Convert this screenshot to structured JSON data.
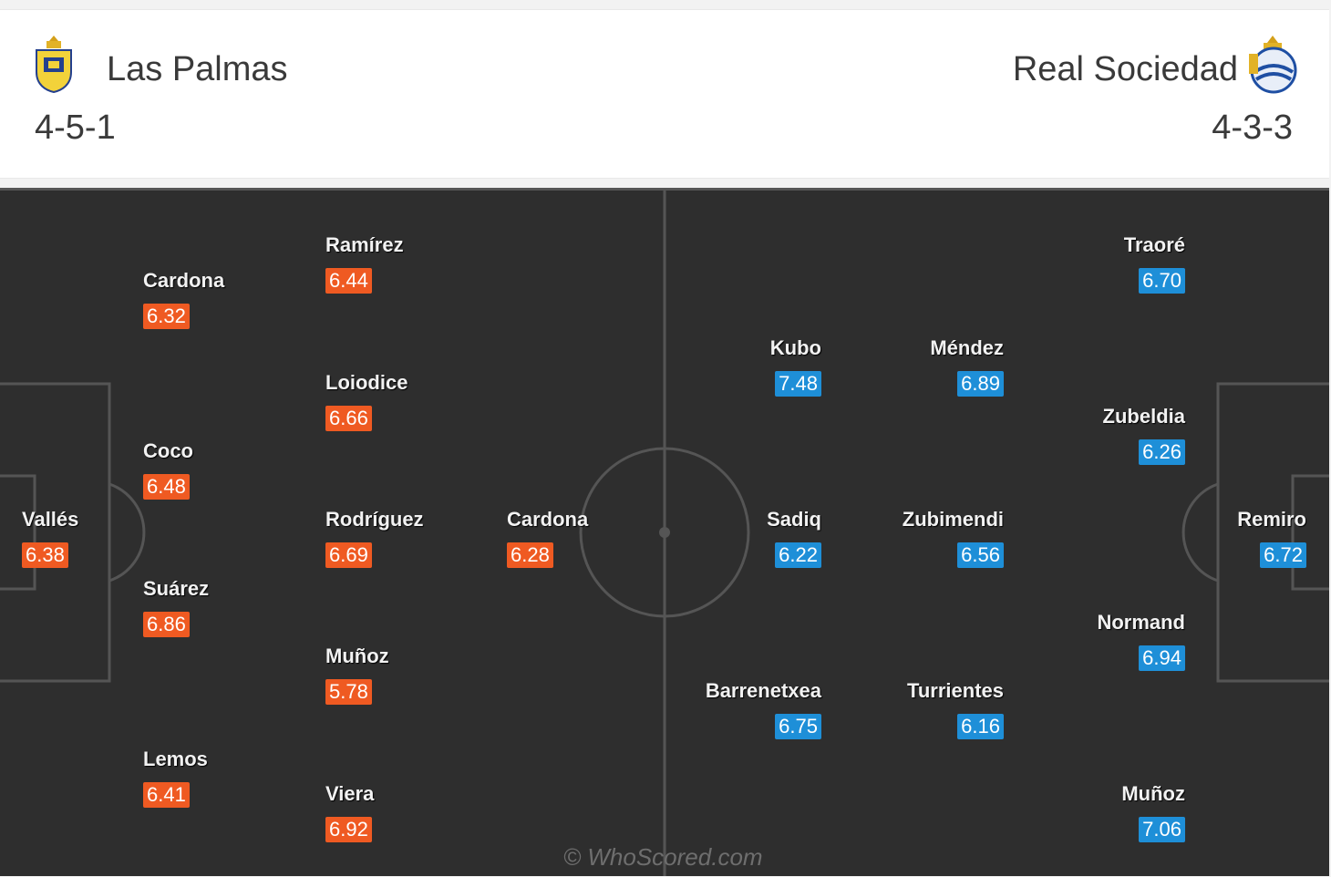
{
  "home": {
    "name": "Las Palmas",
    "formation": "4-5-1",
    "color": "#ef5a22",
    "crest_icon": "las-palmas-crest-icon",
    "players": [
      {
        "name": "Vallés",
        "rating": "6.38"
      },
      {
        "name": "Cardona",
        "rating": "6.32"
      },
      {
        "name": "Coco",
        "rating": "6.48"
      },
      {
        "name": "Suárez",
        "rating": "6.86"
      },
      {
        "name": "Lemos",
        "rating": "6.41"
      },
      {
        "name": "Ramírez",
        "rating": "6.44"
      },
      {
        "name": "Loiodice",
        "rating": "6.66"
      },
      {
        "name": "Rodríguez",
        "rating": "6.69"
      },
      {
        "name": "Muñoz",
        "rating": "5.78"
      },
      {
        "name": "Viera",
        "rating": "6.92"
      },
      {
        "name": "Cardona",
        "rating": "6.28"
      }
    ]
  },
  "away": {
    "name": "Real Sociedad",
    "formation": "4-3-3",
    "color": "#1e8fd8",
    "crest_icon": "real-sociedad-crest-icon",
    "players": [
      {
        "name": "Remiro",
        "rating": "6.72"
      },
      {
        "name": "Traoré",
        "rating": "6.70"
      },
      {
        "name": "Zubeldia",
        "rating": "6.26"
      },
      {
        "name": "Normand",
        "rating": "6.94"
      },
      {
        "name": "Muñoz",
        "rating": "7.06"
      },
      {
        "name": "Méndez",
        "rating": "6.89"
      },
      {
        "name": "Zubimendi",
        "rating": "6.56"
      },
      {
        "name": "Turrientes",
        "rating": "6.16"
      },
      {
        "name": "Kubo",
        "rating": "7.48"
      },
      {
        "name": "Sadiq",
        "rating": "6.22"
      },
      {
        "name": "Barrenetxea",
        "rating": "6.75"
      }
    ]
  },
  "watermark": "© WhoScored.com"
}
